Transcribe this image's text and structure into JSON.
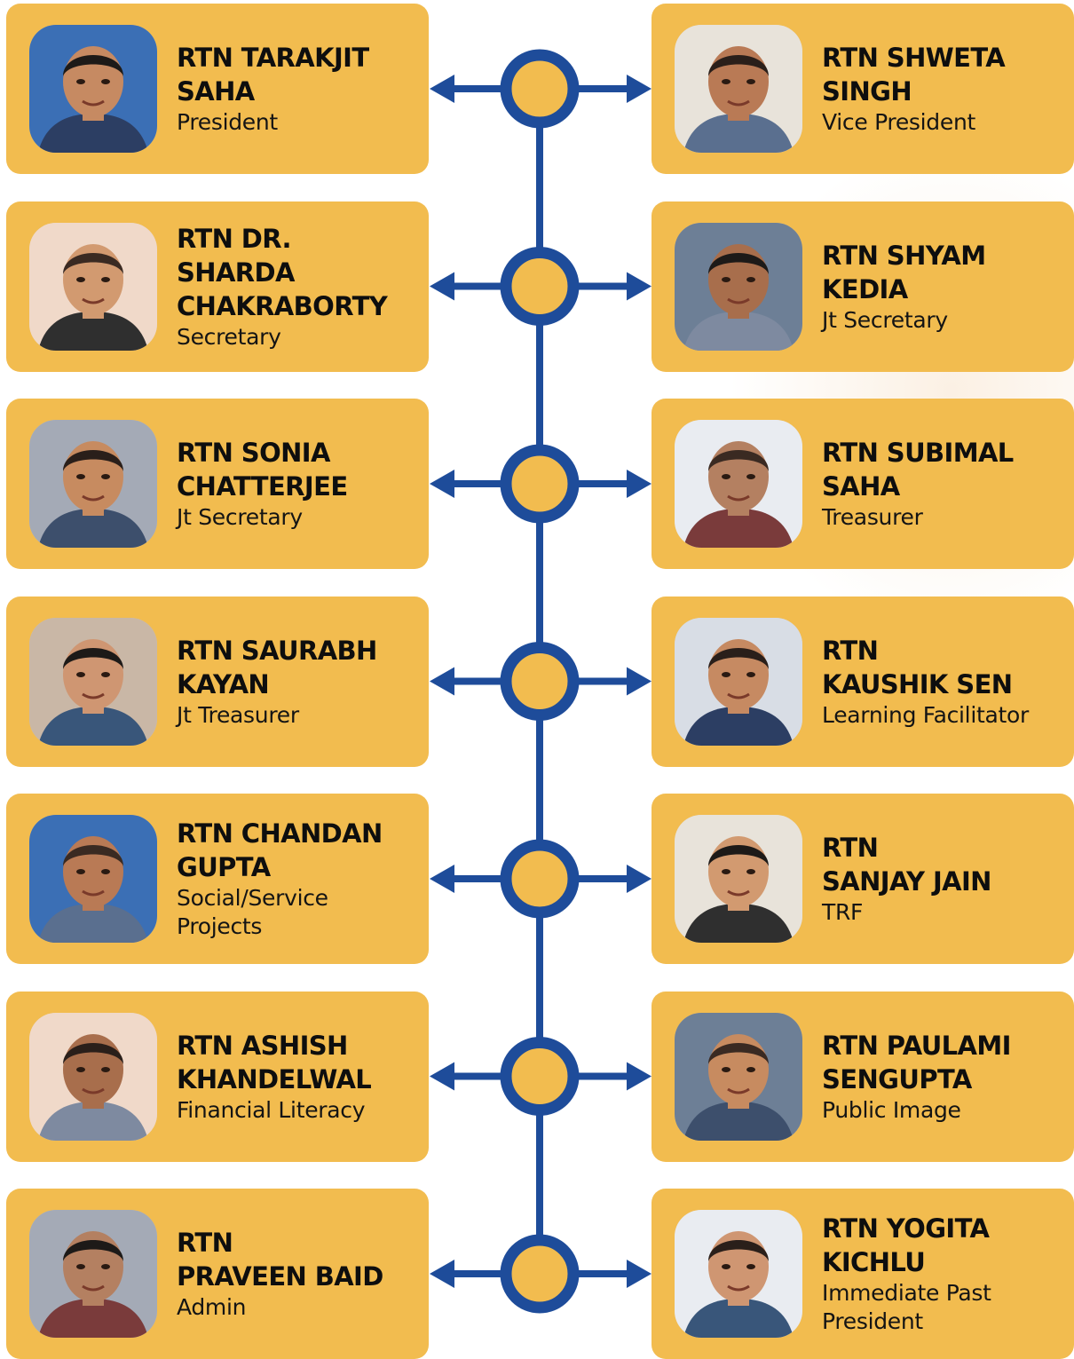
{
  "colors": {
    "card": "#F2BC4F",
    "connector": "#1E4C9A",
    "text": "#0E0E0E",
    "node_fill": "#F2BC4F"
  },
  "members": [
    {
      "name": "RTN TARAKJIT\nSAHA",
      "role": "President",
      "side": "left",
      "row": 0
    },
    {
      "name": "RTN SHWETA\nSINGH",
      "role": "Vice President",
      "side": "right",
      "row": 0
    },
    {
      "name": "RTN DR.\nSHARDA\nCHAKRABORTY",
      "role": "Secretary",
      "side": "left",
      "row": 1
    },
    {
      "name": "RTN SHYAM\nKEDIA",
      "role": "Jt Secretary",
      "side": "right",
      "row": 1
    },
    {
      "name": "RTN SONIA\nCHATTERJEE",
      "role": "Jt Secretary",
      "side": "left",
      "row": 2
    },
    {
      "name": "RTN SUBIMAL\nSAHA",
      "role": "Treasurer",
      "side": "right",
      "row": 2
    },
    {
      "name": "RTN SAURABH\nKAYAN",
      "role": "Jt Treasurer",
      "side": "left",
      "row": 3
    },
    {
      "name": "RTN\nKAUSHIK SEN",
      "role": "Learning Facilitator",
      "side": "right",
      "row": 3
    },
    {
      "name": "RTN CHANDAN\nGUPTA",
      "role": "Social/Service\nProjects",
      "side": "left",
      "row": 4
    },
    {
      "name": "RTN\nSANJAY JAIN",
      "role": "TRF",
      "side": "right",
      "row": 4
    },
    {
      "name": "RTN ASHISH\nKHANDELWAL",
      "role": "Financial Literacy",
      "side": "left",
      "row": 5
    },
    {
      "name": "RTN PAULAMI\nSENGUPTA",
      "role": "Public Image",
      "side": "right",
      "row": 5
    },
    {
      "name": "RTN\nPRAVEEN BAID",
      "role": "Admin",
      "side": "left",
      "row": 6
    },
    {
      "name": "RTN YOGITA\nKICHLU",
      "role": "Immediate Past\nPresident",
      "side": "right",
      "row": 6
    }
  ]
}
